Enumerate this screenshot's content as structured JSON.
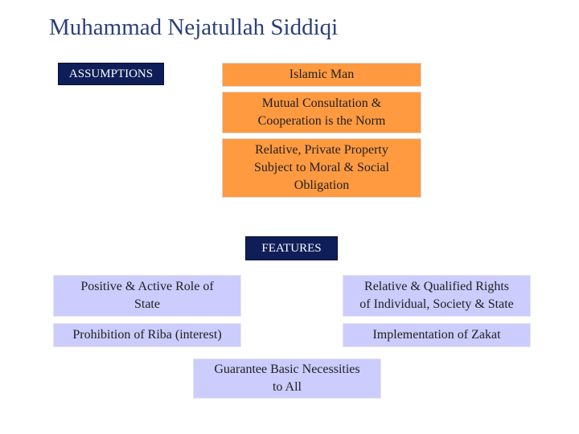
{
  "title": "Muhammad Nejatullah Siddiqi",
  "assumptions": {
    "label": "ASSUMPTIONS",
    "items": [
      "Islamic Man",
      "Mutual Consultation &\nCooperation is the Norm",
      "Relative, Private Property\nSubject to Moral & Social\nObligation"
    ]
  },
  "features": {
    "label": "FEATURES",
    "items": [
      "Positive & Active Role of\nState",
      "Relative & Qualified Rights\nof Individual, Society & State",
      "Prohibition of Riba (interest)",
      "Implementation of Zakat",
      "Guarantee Basic Necessities\nto All"
    ]
  },
  "colors": {
    "title": "#2b3f7a",
    "header_box": "#0f1e58",
    "assumption_box": "#ff9a40",
    "feature_box": "#ccccff"
  }
}
